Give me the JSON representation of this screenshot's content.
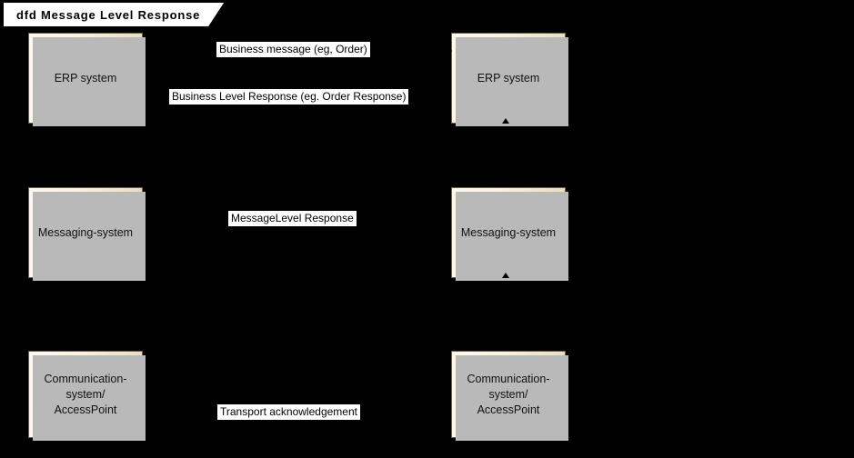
{
  "frame": {
    "title": "dfd Message Level Response",
    "background_color": "#000000"
  },
  "theme": {
    "node_fill_light": "#fdf8f0",
    "node_fill_dark": "#e3d6b8",
    "node_border": "#6b5f4a",
    "node_shadow": "#b9b9b9",
    "label_background": "#ffffff",
    "text_color": "#000000",
    "connector_color": "#000000"
  },
  "nodes": {
    "erp_left": {
      "label": "ERP system"
    },
    "erp_right": {
      "label": "ERP system"
    },
    "messaging_left": {
      "label": "Messaging-system"
    },
    "messaging_right": {
      "label": "Messaging-system"
    },
    "comm_left": {
      "label": "Communication-\nsystem/\nAccessPoint"
    },
    "comm_right": {
      "label": "Communication-\nsystem/\nAccessPoint"
    }
  },
  "edge_labels": {
    "business_message": "Business message (eg, Order)",
    "business_level_response": "Business Level Response (eg. Order Response)",
    "message_level_response": "MessageLevel Response",
    "transport_acknowledgement": "Transport acknowledgement"
  }
}
